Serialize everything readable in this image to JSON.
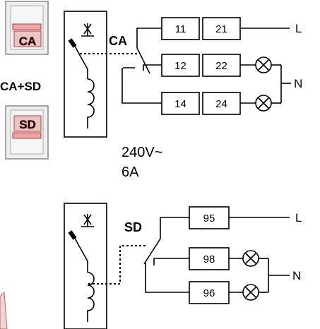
{
  "labels": {
    "ca_thumb": "CA",
    "ca_sd": "CA+SD",
    "sd_thumb": "SD",
    "ca_contact": "CA",
    "sd_contact": "SD",
    "voltage": "240V~",
    "current": "6A",
    "L": "L",
    "N": "N"
  },
  "terminals_ca": [
    "11",
    "21",
    "12",
    "22",
    "14",
    "24"
  ],
  "terminals_sd": [
    "95",
    "98",
    "96"
  ],
  "colors": {
    "thumb_red": "#c0373a",
    "thumb_pink": "#e9a8a6",
    "frame": "#777777"
  }
}
